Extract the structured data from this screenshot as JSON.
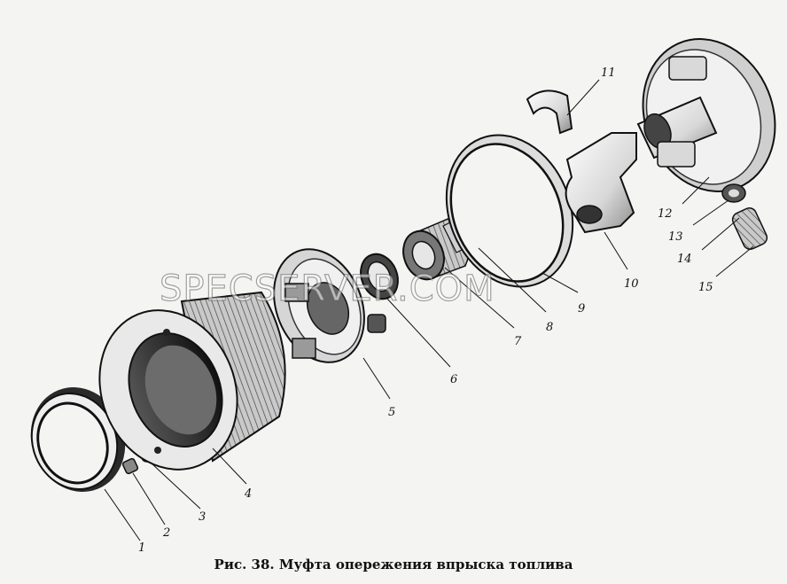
{
  "caption": "Рис. 38. Муфта опережения впрыска топлива",
  "watermark": "SPECSERVER.COM",
  "parts": [
    {
      "number": "1"
    },
    {
      "number": "2"
    },
    {
      "number": "3"
    },
    {
      "number": "4"
    },
    {
      "number": "5"
    },
    {
      "number": "6"
    },
    {
      "number": "7"
    },
    {
      "number": "8"
    },
    {
      "number": "9"
    },
    {
      "number": "10"
    },
    {
      "number": "11"
    },
    {
      "number": "12"
    },
    {
      "number": "13"
    },
    {
      "number": "14"
    },
    {
      "number": "15"
    }
  ]
}
